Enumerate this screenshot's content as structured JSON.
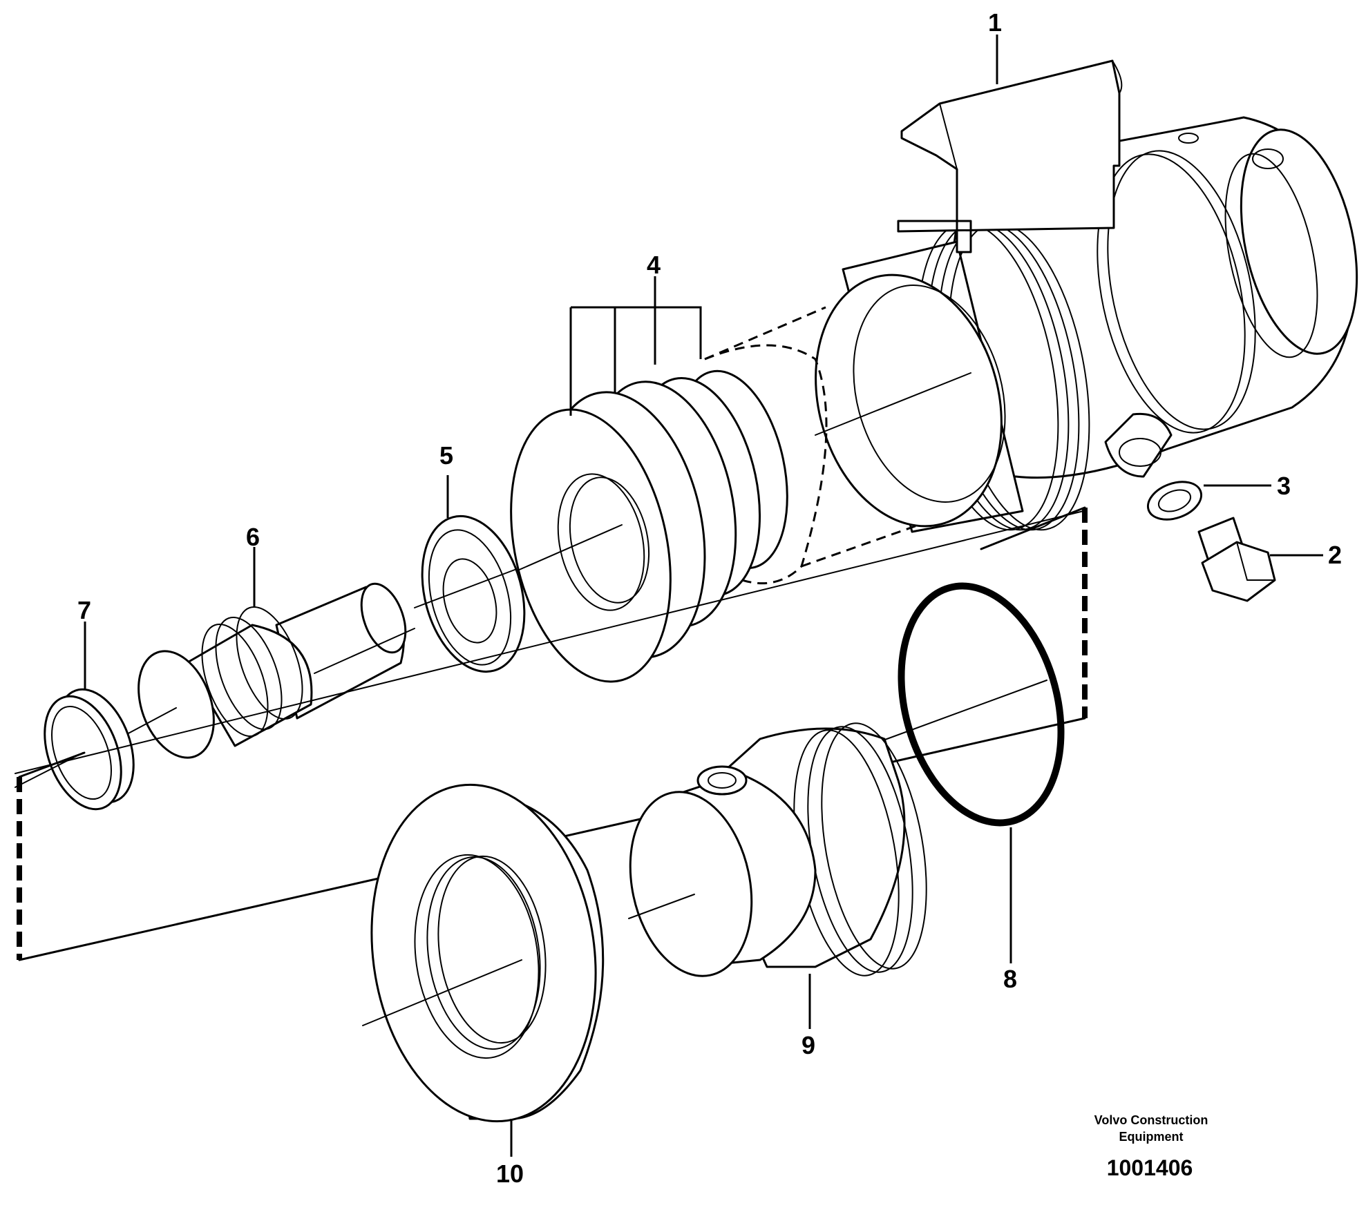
{
  "callouts": {
    "c1": "1",
    "c2": "2",
    "c3": "3",
    "c4": "4",
    "c5": "5",
    "c6": "6",
    "c7": "7",
    "c8": "8",
    "c9": "9",
    "c10": "10"
  },
  "footer": {
    "brand_line1": "Volvo Construction",
    "brand_line2": "Equipment",
    "part_number": "1001406"
  }
}
